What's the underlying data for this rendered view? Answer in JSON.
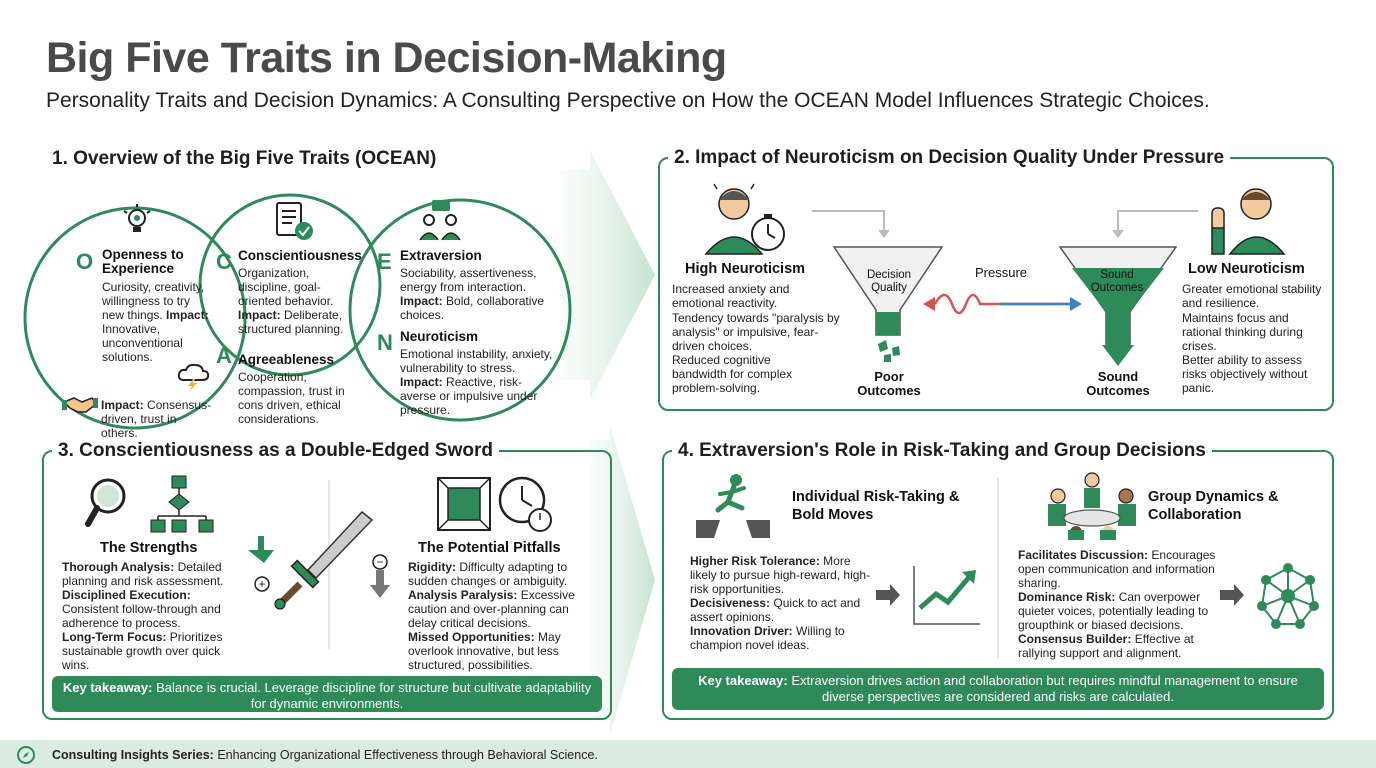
{
  "header": {
    "title": "Big Five Traits in Decision-Making",
    "subtitle": "Personality Traits and Decision Dynamics: A Consulting Perspective on How the OCEAN Model Influences Strategic Choices."
  },
  "section1": {
    "title": "1. Overview of the Big Five Traits (OCEAN)",
    "openness": {
      "letter": "O",
      "name": "Openness to Experience",
      "desc": "Curiosity, creativity, willingness to try new things.",
      "impact_label": "Impact:",
      "impact": "Innovative, unconventional solutions."
    },
    "conscientiousness": {
      "letter": "C",
      "name": "Conscientiousness",
      "desc": "Organization, discipline, goal-oriented behavior.",
      "impact_label": "Impact:",
      "impact": "Deliberate, structured planning."
    },
    "extraversion": {
      "letter": "E",
      "name": "Extraversion",
      "desc": "Sociability, assertiveness, energy from interaction.",
      "impact_label": "Impact:",
      "impact": "Bold, collaborative choices."
    },
    "agreeableness": {
      "letter": "A",
      "name": "Agreeableness",
      "desc": "Cooperation, compassion, trust in cons driven, ethical considerations.",
      "impact_label": "Impact:",
      "impact": "Consensus-driven, trust in others."
    },
    "neuroticism": {
      "letter": "N",
      "name": "Neuroticism",
      "desc": "Emotional instability, anxiety, vulnerability to stress.",
      "impact_label": "Impact:",
      "impact": "Reactive, risk-averse or impulsive under pressure."
    }
  },
  "section2": {
    "title": "2. Impact of Neuroticism on Decision Quality Under Pressure",
    "high": {
      "heading": "High Neuroticism",
      "p1": "Increased anxiety and emotional reactivity.",
      "p2": "Tendency towards \"paralysis by analysis\" or impulsive, fear-driven choices.",
      "p3": "Reduced cognitive bandwidth for complex problem-solving."
    },
    "low": {
      "heading": "Low Neuroticism",
      "p1": "Greater emotional stability and resilience.",
      "p2": "Maintains focus and rational thinking during crises.",
      "p3": "Better ability to assess risks objectively without panic."
    },
    "funnel_left_label": "Decision Quality",
    "funnel_right_label": "Sound Outcomes",
    "pressure_label": "Pressure",
    "poor_outcomes": "Poor Outcomes",
    "sound_outcomes": "Sound Outcomes"
  },
  "section3": {
    "title": "3. Conscientiousness as a Double-Edged Sword",
    "strengths_heading": "The Strengths",
    "strengths": [
      {
        "label": "Thorough Analysis:",
        "text": "Detailed planning and risk assessment."
      },
      {
        "label": "Disciplined Execution:",
        "text": "Consistent follow-through and adherence to process."
      },
      {
        "label": "Long-Term Focus:",
        "text": "Prioritizes sustainable growth over quick wins."
      }
    ],
    "pitfalls_heading": "The Potential Pitfalls",
    "pitfalls": [
      {
        "label": "Rigidity:",
        "text": "Difficulty adapting to sudden changes or ambiguity."
      },
      {
        "label": "Analysis Paralysis:",
        "text": "Excessive caution and over-planning can delay critical decisions."
      },
      {
        "label": "Missed Opportunities:",
        "text": "May overlook innovative, but less structured, possibilities."
      }
    ],
    "takeaway_label": "Key takeaway:",
    "takeaway": "Balance is crucial. Leverage discipline for structure but cultivate adaptability for dynamic environments."
  },
  "section4": {
    "title": "4. Extraversion's Role in Risk-Taking and Group Decisions",
    "individual_heading": "Individual Risk-Taking & Bold Moves",
    "individual": [
      {
        "label": "Higher Risk Tolerance:",
        "text": "More likely to pursue high-reward, high-risk opportunities."
      },
      {
        "label": "Decisiveness:",
        "text": "Quick to act and assert opinions."
      },
      {
        "label": "Innovation Driver:",
        "text": "Willing to champion novel ideas."
      }
    ],
    "group_heading": "Group Dynamics & Collaboration",
    "group": [
      {
        "label": "Facilitates Discussion:",
        "text": "Encourages open communication and information sharing."
      },
      {
        "label": "Dominance Risk:",
        "text": "Can overpower quieter voices, potentially leading to groupthink or biased decisions."
      },
      {
        "label": "Consensus Builder:",
        "text": "Effective at rallying support and alignment."
      }
    ],
    "takeaway_label": "Key takeaway:",
    "takeaway": "Extraversion drives action and collaboration but requires mindful management to ensure diverse perspectives are considered and risks are calculated."
  },
  "footer": {
    "label": "Consulting Insights Series:",
    "text": "Enhancing Organizational Effectiveness through Behavioral Science."
  },
  "colors": {
    "accent": "#2f8a5a",
    "accent_light": "#dcebe1",
    "pressure_red": "#d9534f",
    "pressure_blue": "#3b82c4"
  }
}
